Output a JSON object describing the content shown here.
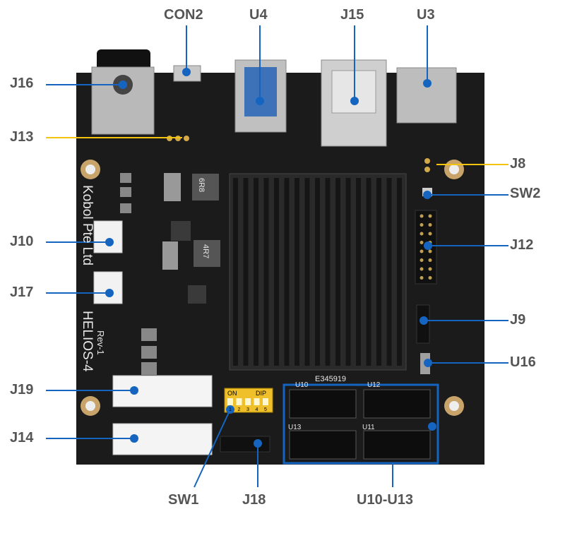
{
  "colors": {
    "callout_blue": "#1565c0",
    "callout_yellow": "#f2c40f",
    "label_text": "#555555",
    "pcb": "#1b1b1b",
    "heatsink": "#2a2a2a"
  },
  "board_text": {
    "vendor": "Kobol Pte Ltd",
    "model": "HELIOS-4",
    "rev": "Rev-1",
    "dip_on": "ON",
    "dip_word": "DIP",
    "dip_nums": [
      "1",
      "2",
      "3",
      "4",
      "5"
    ],
    "chip_code": "E345919",
    "inductor_6r8": "6R8",
    "inductor_4r7": "4R7"
  },
  "callouts": [
    {
      "id": "con2",
      "label": "CON2"
    },
    {
      "id": "u4",
      "label": "U4"
    },
    {
      "id": "j15",
      "label": "J15"
    },
    {
      "id": "u3",
      "label": "U3"
    },
    {
      "id": "j16",
      "label": "J16"
    },
    {
      "id": "j13",
      "label": "J13"
    },
    {
      "id": "j8",
      "label": "J8"
    },
    {
      "id": "sw2",
      "label": "SW2"
    },
    {
      "id": "j12",
      "label": "J12"
    },
    {
      "id": "j10",
      "label": "J10"
    },
    {
      "id": "j17",
      "label": "J17"
    },
    {
      "id": "j9",
      "label": "J9"
    },
    {
      "id": "u16",
      "label": "U16"
    },
    {
      "id": "j19",
      "label": "J19"
    },
    {
      "id": "j14",
      "label": "J14"
    },
    {
      "id": "sw1",
      "label": "SW1"
    },
    {
      "id": "j18",
      "label": "J18"
    },
    {
      "id": "u10u13",
      "label": "U10-U13"
    }
  ],
  "sata_labels": [
    "U10",
    "U12",
    "U13",
    "U11"
  ]
}
